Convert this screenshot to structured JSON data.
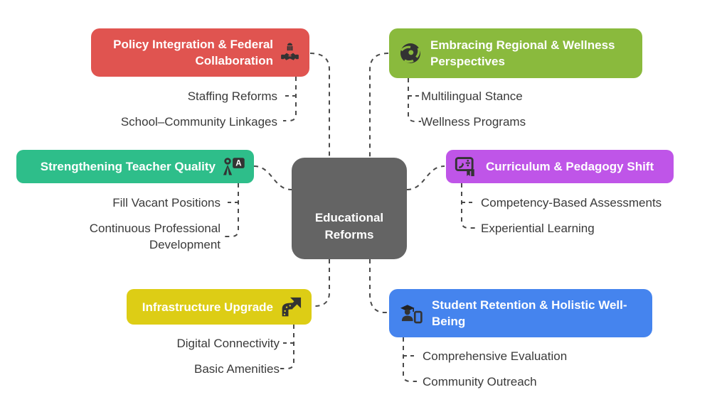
{
  "center": {
    "label": "Educational Reforms"
  },
  "branches": [
    {
      "title": "Policy Integration & Federal Collaboration",
      "icon": "government-handshake-icon",
      "color": "#e05450",
      "children": [
        "Staffing Reforms",
        "School–Community Linkages"
      ]
    },
    {
      "title": "Embracing Regional & Wellness Perspectives",
      "icon": "globe-icon",
      "color": "#8aba3d",
      "children": [
        "Multilingual Stance",
        "Wellness Programs"
      ]
    },
    {
      "title": "Strengthening Teacher Quality",
      "icon": "teacher-presentation-icon",
      "color": "#2ebe8a",
      "children": [
        "Fill Vacant Positions",
        "Continuous Professional Development"
      ]
    },
    {
      "title": "Curriculum & Pedagogy Shift",
      "icon": "lesson-screen-icon",
      "color": "#bf55e8",
      "children": [
        "Competency-Based Assessments",
        "Experiential Learning"
      ]
    },
    {
      "title": "Infrastructure Upgrade",
      "icon": "road-arrow-icon",
      "color": "#ddcd15",
      "children": [
        "Digital Connectivity",
        "Basic Amenities"
      ]
    },
    {
      "title": "Student Retention & Holistic Well-Being",
      "icon": "graduate-phone-icon",
      "color": "#4584ee",
      "children": [
        "Comprehensive Evaluation",
        "Community Outreach"
      ]
    }
  ],
  "colors": {
    "center_node": "#646464",
    "connector": "#4a4a4a",
    "node_text": "#ffffff",
    "subtopic_text": "#3a3a3a",
    "background": "#ffffff"
  }
}
